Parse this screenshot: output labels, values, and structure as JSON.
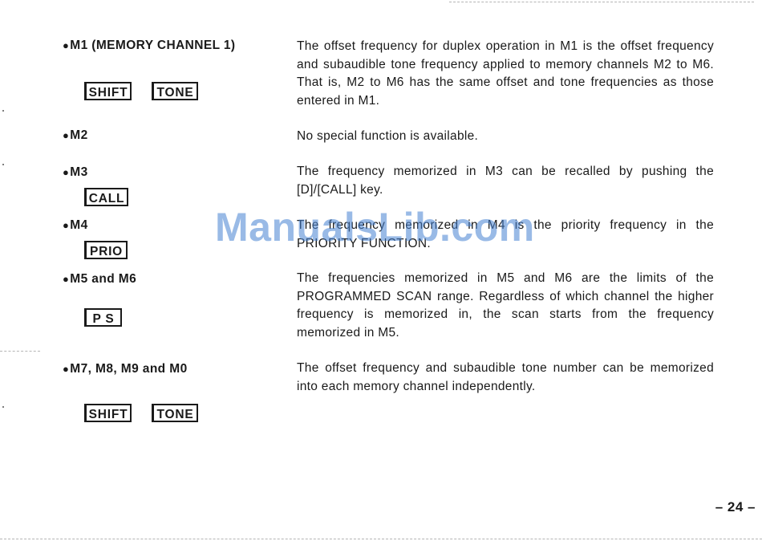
{
  "entries": [
    {
      "heading": "M1 (MEMORY CHANNEL 1)",
      "keys": [
        "SHIFT",
        "TONE"
      ],
      "description": "The offset frequency for duplex operation in M1 is the offset frequency and subaudible tone frequency applied to memory channels M2 to M6.  That is, M2 to M6 has the same offset and tone frequencies as those entered in M1."
    },
    {
      "heading": "M2",
      "keys": [],
      "description": "No special function is available."
    },
    {
      "heading": "M3",
      "keys": [
        "CALL"
      ],
      "description": "The frequency memorized in M3 can be recalled by pushing the [D]/[CALL] key."
    },
    {
      "heading": "M4",
      "keys": [
        "PRIO"
      ],
      "description": "The frequency memorized in M4 is the priority frequency in the PRIORITY FUNCTION."
    },
    {
      "heading": "M5 and M6",
      "keys": [
        "P S"
      ],
      "description": "The frequencies memorized in M5 and M6 are the limits of the PROGRAMMED SCAN range.  Regardless of which channel the higher frequency is memorized in, the scan starts from the frequency memorized in M5."
    },
    {
      "heading": "M7, M8, M9 and M0",
      "keys": [
        "SHIFT",
        "TONE"
      ],
      "description": "The offset frequency and subaudible tone number can be memorized into each memory channel independently."
    }
  ],
  "bullet": "●",
  "watermark": "ManualsLib.com",
  "page_number": "– 24 –"
}
